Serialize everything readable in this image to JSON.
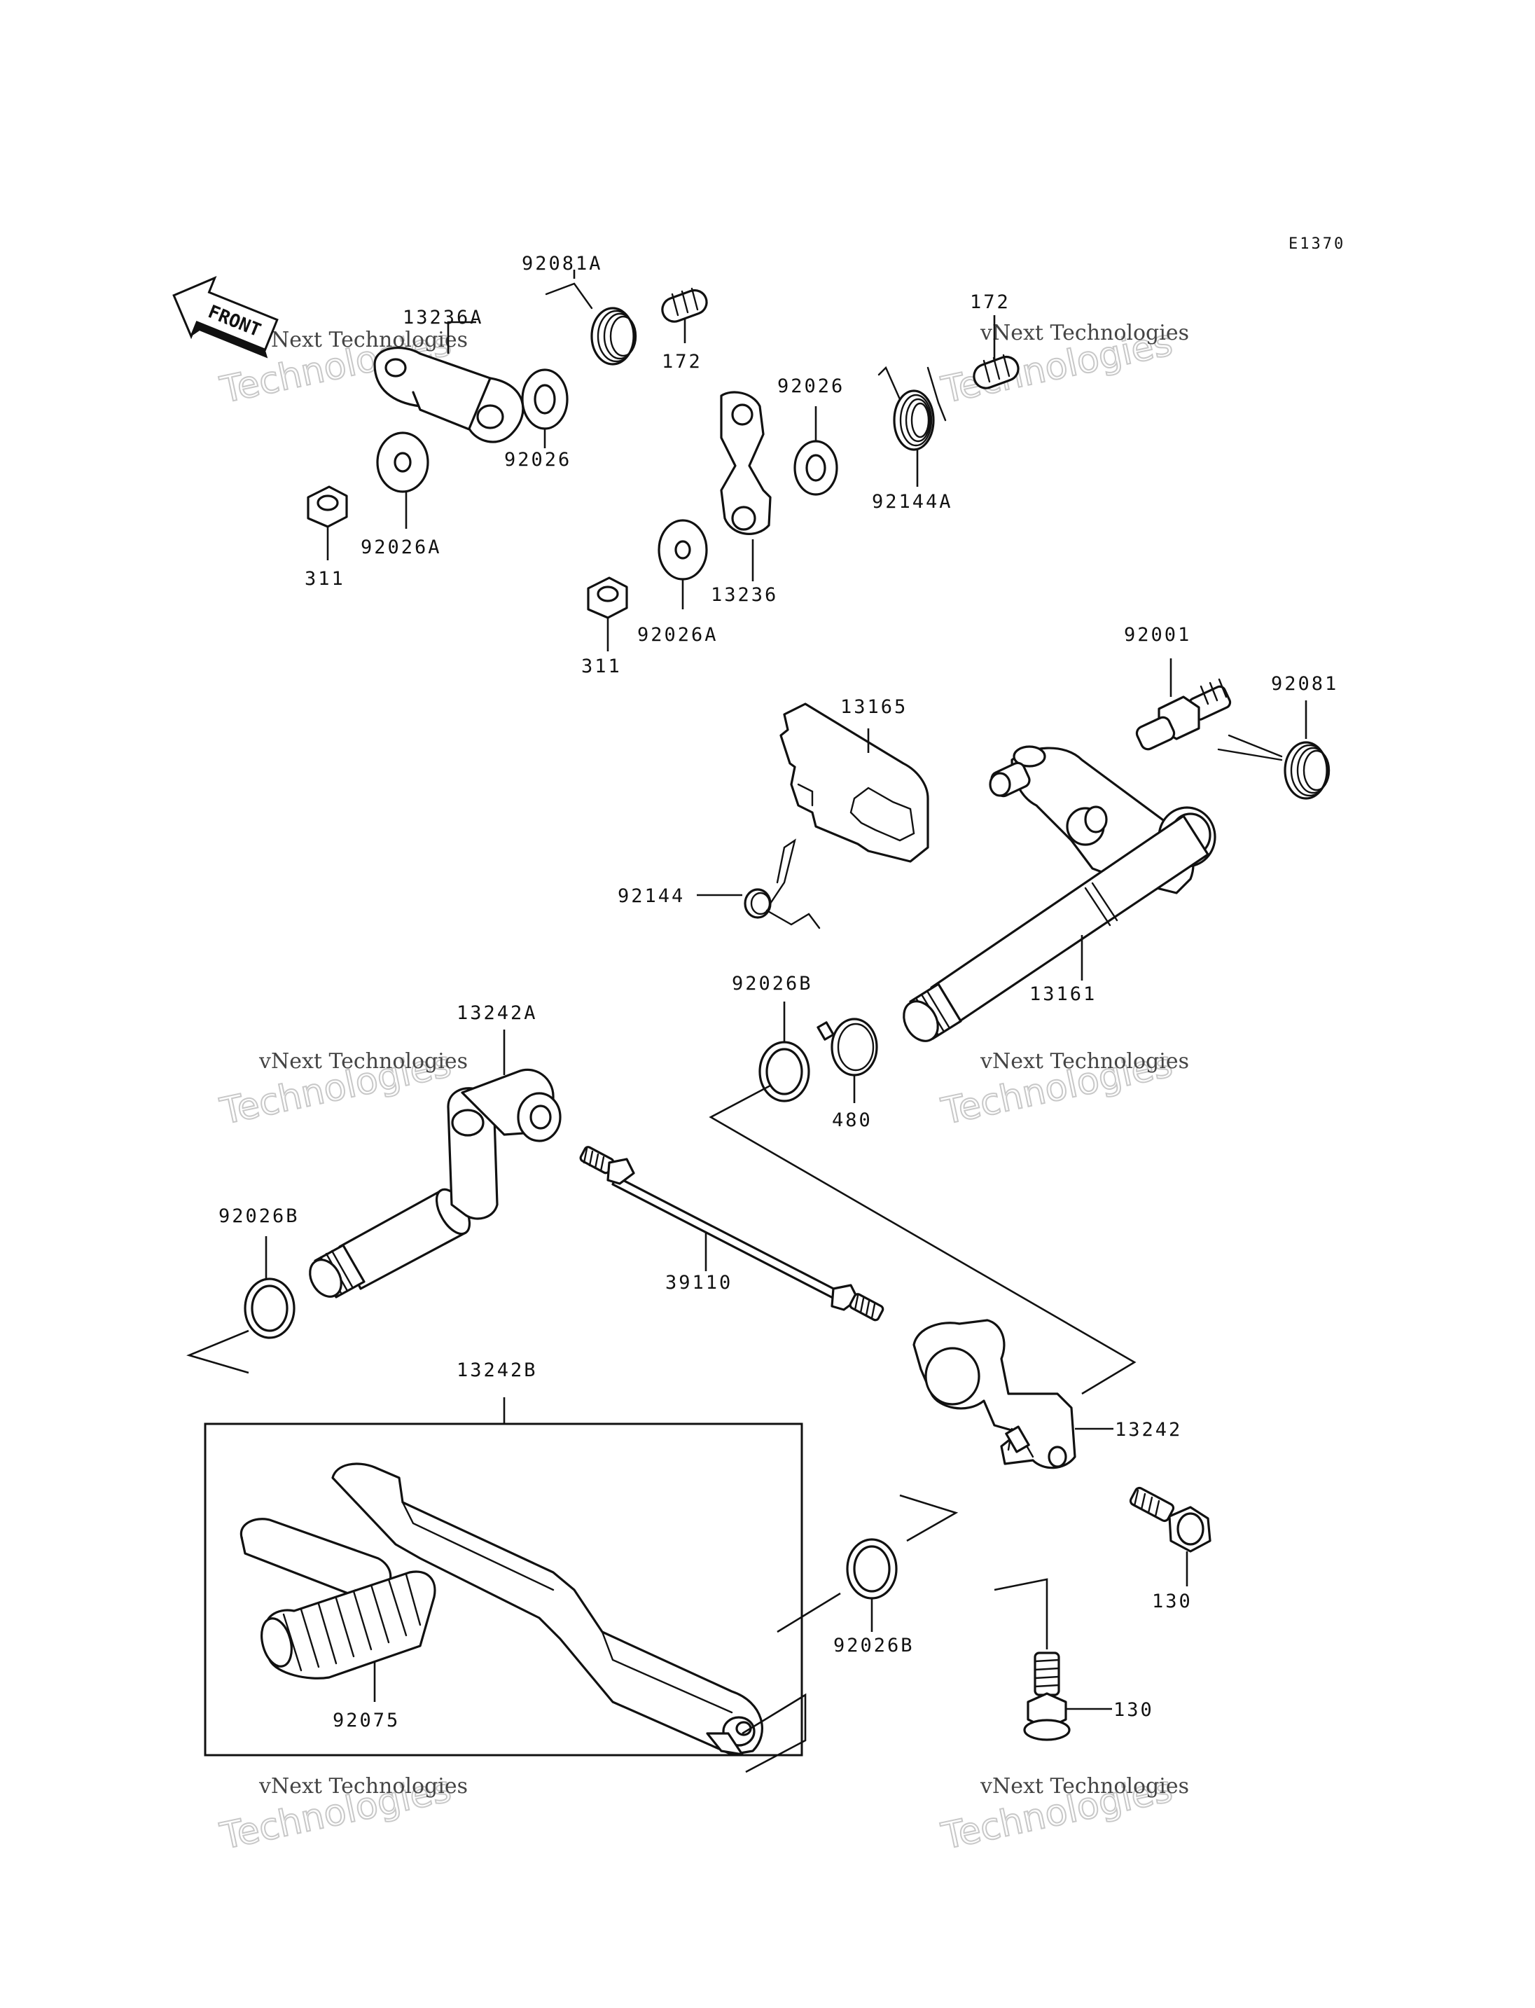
{
  "diagram": {
    "code": "E1370",
    "front_marker": "FRONT",
    "watermark": {
      "company": "vNext Technologies",
      "word": "Technologies"
    },
    "parts": {
      "p92081A": "92081A",
      "p172a": "172",
      "p172b": "172",
      "p13236A": "13236A",
      "p92026a": "92026",
      "p92026b": "92026",
      "p92026Aa": "92026A",
      "p92026Ab": "92026A",
      "p311a": "311",
      "p311b": "311",
      "p13236": "13236",
      "p92144A": "92144A",
      "p92001": "92001",
      "p92081": "92081",
      "p13165": "13165",
      "p92144": "92144",
      "p13161": "13161",
      "p92026B_top": "92026B",
      "p480": "480",
      "p13242A": "13242A",
      "p92026B_left": "92026B",
      "p39110": "39110",
      "p13242B": "13242B",
      "p13242": "13242",
      "p130a": "130",
      "p130b": "130",
      "p92075": "92075",
      "p92026B_pedal": "92026B"
    }
  }
}
